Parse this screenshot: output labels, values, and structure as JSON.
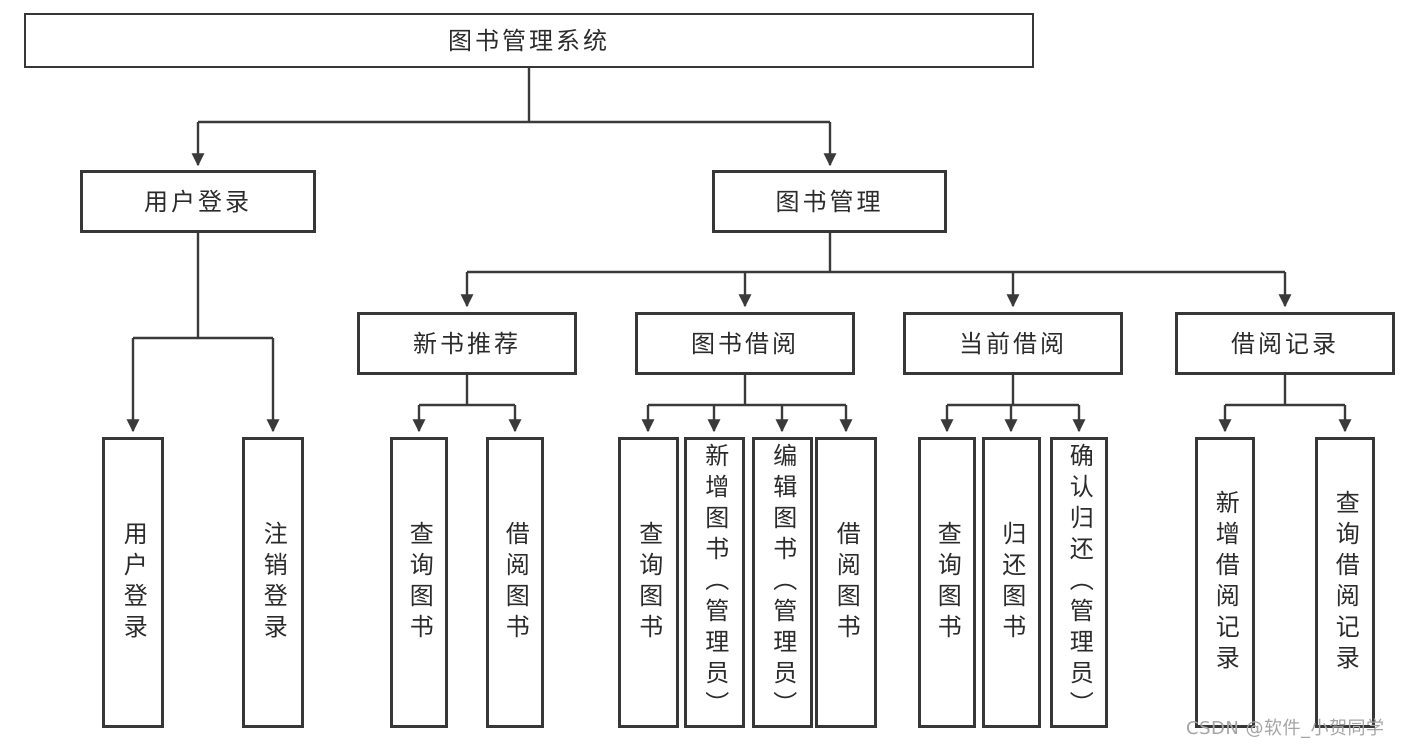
{
  "diagram": {
    "root": {
      "label": "图书管理系统"
    },
    "level2": [
      {
        "label": "用户登录",
        "children": [
          "用户登录",
          "注销登录"
        ]
      },
      {
        "label": "图书管理"
      }
    ],
    "level3": [
      {
        "label": "新书推荐",
        "children": [
          "查询图书",
          "借阅图书"
        ]
      },
      {
        "label": "图书借阅",
        "children": [
          "查询图书",
          "新增图书（管理员）",
          "编辑图书（管理员）",
          "借阅图书"
        ]
      },
      {
        "label": "当前借阅",
        "children": [
          "查询图书",
          "归还图书",
          "确认归还（管理员）"
        ]
      },
      {
        "label": "借阅记录",
        "children": [
          "新增借阅记录",
          "查询借阅记录"
        ]
      }
    ]
  },
  "watermark": "CSDN @软件_小贺同学",
  "colors": {
    "line": "#3a3a3a",
    "border": "#373737",
    "text": "#2b2b2b",
    "watermark": "#a5a5a5",
    "bg": "#ffffff"
  }
}
